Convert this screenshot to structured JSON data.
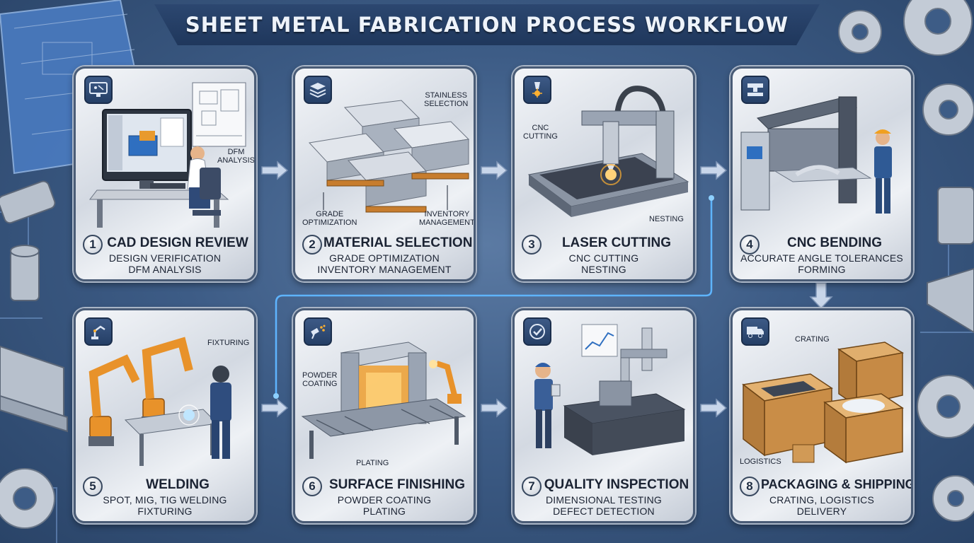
{
  "title": "SHEET METAL FABRICATION PROCESS WORKFLOW",
  "steps": [
    {
      "number": "1",
      "title": "CAD DESIGN REVIEW",
      "desc1": "DESIGN VERIFICATION",
      "desc2": "DFM ANALYSIS",
      "icon": "monitor-icon",
      "callouts": [
        "DFM\nANALYSIS"
      ]
    },
    {
      "number": "2",
      "title": "MATERIAL SELECTION",
      "desc1": "GRADE OPTIMIZATION",
      "desc2": "INVENTORY MANAGEMENT",
      "icon": "layers-icon",
      "callouts": [
        "STAINLESS\nSELECTION",
        "GRADE\nOPTIMIZATION",
        "INVENTORY\nMANAGEMENT"
      ]
    },
    {
      "number": "3",
      "title": "LASER CUTTING",
      "desc1": "CNC CUTTING",
      "desc2": "NESTING",
      "icon": "laser-icon",
      "callouts": [
        "CNC\nCUTTING",
        "NESTING"
      ]
    },
    {
      "number": "4",
      "title": "CNC BENDING",
      "desc1": "ACCURATE ANGLE TOLERANCES",
      "desc2": "FORMING",
      "icon": "press-brake-icon",
      "callouts": []
    },
    {
      "number": "5",
      "title": "WELDING",
      "desc1": "SPOT, MIG, TIG WELDING",
      "desc2": "FIXTURING",
      "icon": "robot-arm-icon",
      "callouts": [
        "FIXTURING"
      ]
    },
    {
      "number": "6",
      "title": "SURFACE FINISHING",
      "desc1": "POWDER COATING",
      "desc2": "PLATING",
      "icon": "spray-icon",
      "callouts": [
        "POWDER\nCOATING",
        "PLATING"
      ]
    },
    {
      "number": "7",
      "title": "QUALITY INSPECTION",
      "desc1": "DIMENSIONAL TESTING",
      "desc2": "DEFECT DETECTION",
      "icon": "checkmark-icon",
      "callouts": []
    },
    {
      "number": "8",
      "title": "PACKAGING & SHIPPING",
      "desc1": "CRATING, LOGISTICS",
      "desc2": "DELIVERY",
      "icon": "truck-icon",
      "callouts": [
        "CRATING",
        "LOGISTICS"
      ]
    }
  ],
  "colors": {
    "background": "#3d5c86",
    "banner": "#243f66",
    "accent_orange": "#e8922a",
    "machine_gray": "#7d8797",
    "arrow": "#c8d6ea"
  }
}
